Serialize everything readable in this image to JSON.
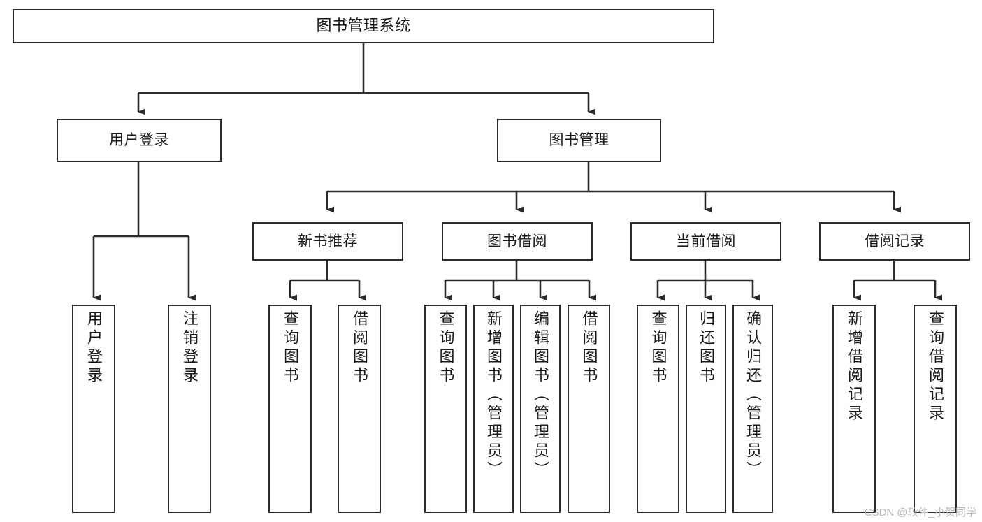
{
  "diagram": {
    "title": "图书管理系统",
    "type": "function-structure-tree",
    "stroke_color": "#2b2b2b",
    "fill_color": "#ffffff",
    "background_color": "#ffffff",
    "levels": {
      "root": {
        "label": "图书管理系统"
      },
      "level2": [
        {
          "label": "用户登录"
        },
        {
          "label": "图书管理"
        }
      ],
      "level3": [
        {
          "label": "新书推荐"
        },
        {
          "label": "图书借阅"
        },
        {
          "label": "当前借阅"
        },
        {
          "label": "借阅记录"
        }
      ],
      "leaves": {
        "user_login": [
          {
            "label": "用户登录"
          },
          {
            "label": "注销登录"
          }
        ],
        "new_book_recommend": [
          {
            "label": "查询图书"
          },
          {
            "label": "借阅图书"
          }
        ],
        "book_borrow": [
          {
            "label": "查询图书"
          },
          {
            "label": "新增图书（管理员）"
          },
          {
            "label": "编辑图书（管理员）"
          },
          {
            "label": "借阅图书"
          }
        ],
        "current_borrow": [
          {
            "label": "查询图书"
          },
          {
            "label": "归还图书"
          },
          {
            "label": "确认归还（管理员）"
          }
        ],
        "borrow_record": [
          {
            "label": "新增借阅记录"
          },
          {
            "label": "查询借阅记录"
          }
        ]
      }
    },
    "watermark": "CSDN @软件_小贺同学"
  }
}
